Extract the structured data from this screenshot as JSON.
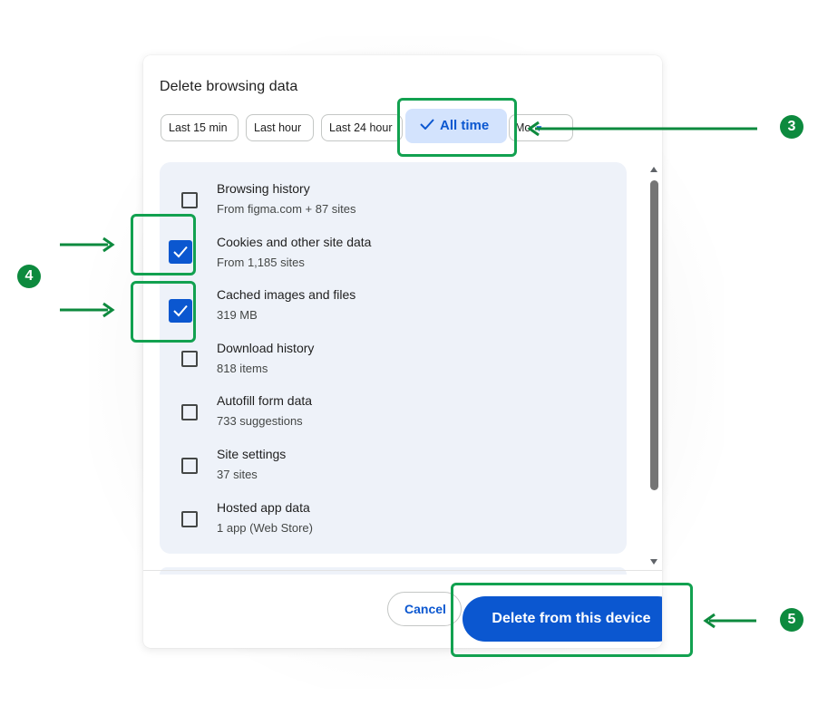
{
  "dialog": {
    "title": "Delete browsing data",
    "time_ranges": [
      {
        "label": "Last 15 min",
        "selected": false
      },
      {
        "label": "Last hour",
        "selected": false
      },
      {
        "label": "Last 24 hour",
        "selected": false
      },
      {
        "label": "All time",
        "selected": true
      },
      {
        "label": "Mo",
        "selected": false
      }
    ],
    "items": [
      {
        "title": "Browsing history",
        "subtitle": "From figma.com + 87 sites",
        "checked": false
      },
      {
        "title": "Cookies and other site data",
        "subtitle": "From 1,185 sites",
        "checked": true
      },
      {
        "title": "Cached images and files",
        "subtitle": "319 MB",
        "checked": true
      },
      {
        "title": "Download history",
        "subtitle": "818 items",
        "checked": false
      },
      {
        "title": "Autofill form data",
        "subtitle": "733 suggestions",
        "checked": false
      },
      {
        "title": "Site settings",
        "subtitle": "37 sites",
        "checked": false
      },
      {
        "title": "Hosted app data",
        "subtitle": "1 app (Web Store)",
        "checked": false
      }
    ],
    "cancel_label": "Cancel",
    "delete_label": "Delete from this device"
  },
  "annotations": {
    "step_time_range": "3",
    "step_items": "4",
    "step_delete": "5",
    "highlight_color": "#12a150",
    "badge_color": "#0d8a3e"
  },
  "colors": {
    "accent": "#0b57d0",
    "chip_selected_bg": "#d3e3fd",
    "list_bg": "#eef2f9"
  }
}
